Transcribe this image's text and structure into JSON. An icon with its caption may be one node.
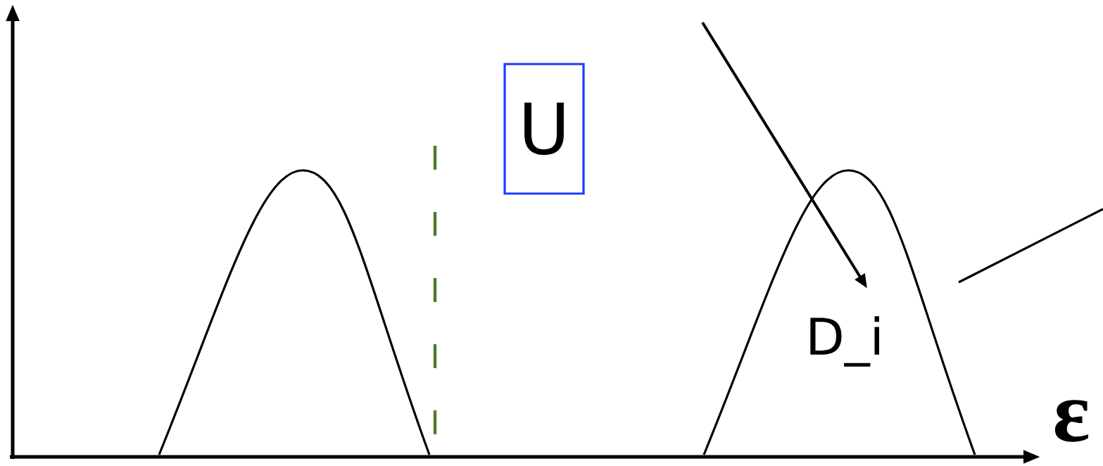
{
  "diagram": {
    "nodes": [
      {
        "text": [],
        "shape": "curve"
      },
      {
        "text": [
          "U"
        ]
      },
      {
        "text": [
          "D_i"
        ]
      }
    ],
    "edges": [
      {
        "from": null,
        "to": 2,
        "arrow": "to"
      }
    ],
    "labels": [
      "ε"
    ]
  }
}
